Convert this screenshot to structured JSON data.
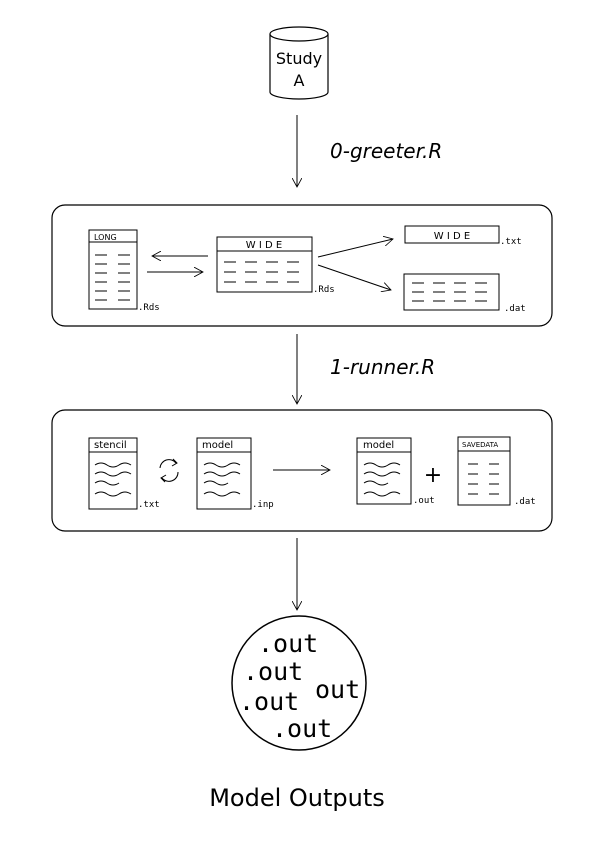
{
  "source": {
    "line1": "Study",
    "line2": "A"
  },
  "steps": {
    "step0": "0-greeter.R",
    "step1": "1-runner.R"
  },
  "panel1": {
    "long_label": "LONG",
    "long_ext": ".Rds",
    "wide_label": "W I D E",
    "wide_ext": ".Rds",
    "wide_txt_label": "W I D E",
    "wide_txt_ext": ".txt",
    "dat_ext": ".dat"
  },
  "panel2": {
    "stencil_label": "stencil",
    "stencil_ext": ".txt",
    "model_inp_label": "model",
    "model_inp_ext": ".inp",
    "model_out_label": "model",
    "model_out_ext": ".out",
    "plus": "+",
    "savedata_label": "SAVEDATA",
    "savedata_ext": ".dat"
  },
  "outputs": {
    "circle_lines": [
      ".out",
      ".out",
      ".out",
      "out",
      ".out"
    ],
    "caption": "Model Outputs"
  }
}
